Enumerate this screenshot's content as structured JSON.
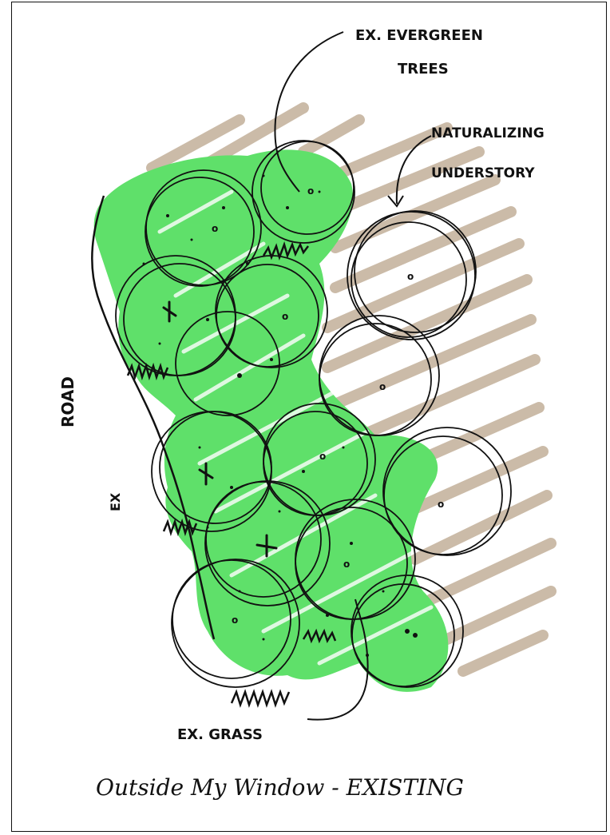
{
  "sketch": {
    "labels": {
      "trees_line1": "EX. EVERGREEN",
      "trees_line2": "TREES",
      "understory_line1": "NATURALIZING",
      "understory_line2": "UNDERSTORY",
      "road": "ROAD",
      "ex": "EX",
      "grass": "EX. GRASS",
      "caption": "Outside My Window - EXISTING"
    },
    "colors": {
      "green": "#5fe06a",
      "hatch": "#c9b8a4",
      "ink": "#111111"
    }
  }
}
